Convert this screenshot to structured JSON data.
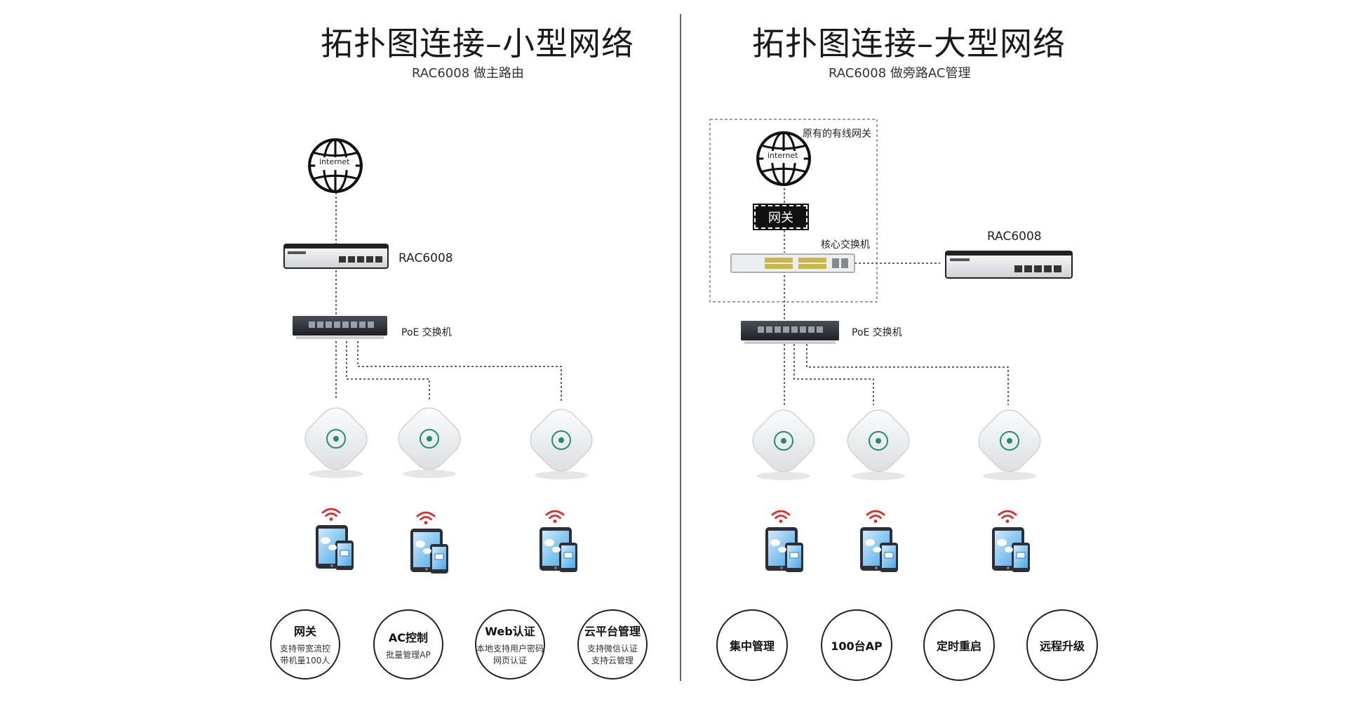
{
  "left": {
    "title": "拓扑图连接–小型网络",
    "subtitle": "RAC6008 做主路由",
    "internet_label": "internet",
    "router_label": "RAC6008",
    "poe_label": "PoE 交换机",
    "features": [
      {
        "title": "网关",
        "desc1": "支持带宽流控",
        "desc2": "带机量100人"
      },
      {
        "title": "AC控制",
        "desc1": "批量管理AP",
        "desc2": ""
      },
      {
        "title": "Web认证",
        "desc1": "本地支持用户密码",
        "desc2": "网页认证"
      },
      {
        "title": "云平台管理",
        "desc1": "支持微信认证",
        "desc2": "支持云管理"
      }
    ]
  },
  "right": {
    "title": "拓扑图连接–大型网络",
    "subtitle": "RAC6008 做旁路AC管理",
    "gateway_group_label": "原有的有线网关",
    "internet_label": "internet",
    "gateway_badge": "网关",
    "core_switch_label": "核心交换机",
    "router_label": "RAC6008",
    "poe_label": "PoE 交换机",
    "features": [
      {
        "title": "集中管理"
      },
      {
        "title": "100台AP"
      },
      {
        "title": "定时重启"
      },
      {
        "title": "远程升级"
      }
    ]
  },
  "colors": {
    "accent_blue": "#1e7fc8",
    "wifi_red": "#e0282d",
    "device_dark": "#2b2f36",
    "line": "#333333"
  }
}
